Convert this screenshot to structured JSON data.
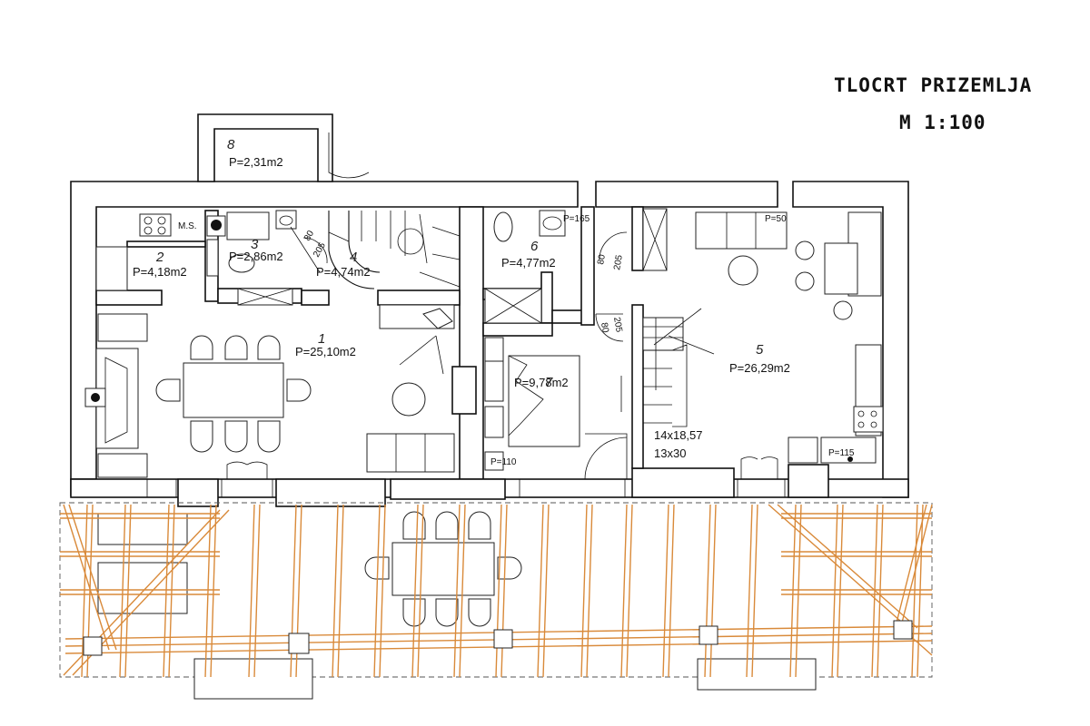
{
  "title": {
    "line1": "TLOCRT PRIZEMLJA",
    "line2": "M 1:100"
  },
  "rooms": [
    {
      "number": "1",
      "area": "P=25,10m2"
    },
    {
      "number": "2",
      "area": "P=4,18m2"
    },
    {
      "number": "3",
      "area": "P=2,86m2"
    },
    {
      "number": "4",
      "area": "P=4,74m2"
    },
    {
      "number": "5",
      "area": "P=26,29m2"
    },
    {
      "number": "6",
      "area": "P=4,77m2"
    },
    {
      "number": "7",
      "area": "P=9,78m2"
    },
    {
      "number": "8",
      "area": "P=2,31m2"
    }
  ],
  "annotations": {
    "ms": "M.S.",
    "p165": "P=165",
    "p50": "P=50",
    "p110": "P=110",
    "p115": "P=115",
    "stair1": "14x18,57",
    "stair2": "13x30",
    "d80a": "80",
    "d205a": "205",
    "d80b": "80",
    "d205b": "205",
    "d80c": "80",
    "d205c": "205"
  },
  "colors": {
    "walls": "#111111",
    "pergola_beams": "#d98a3a",
    "background": "#ffffff"
  }
}
